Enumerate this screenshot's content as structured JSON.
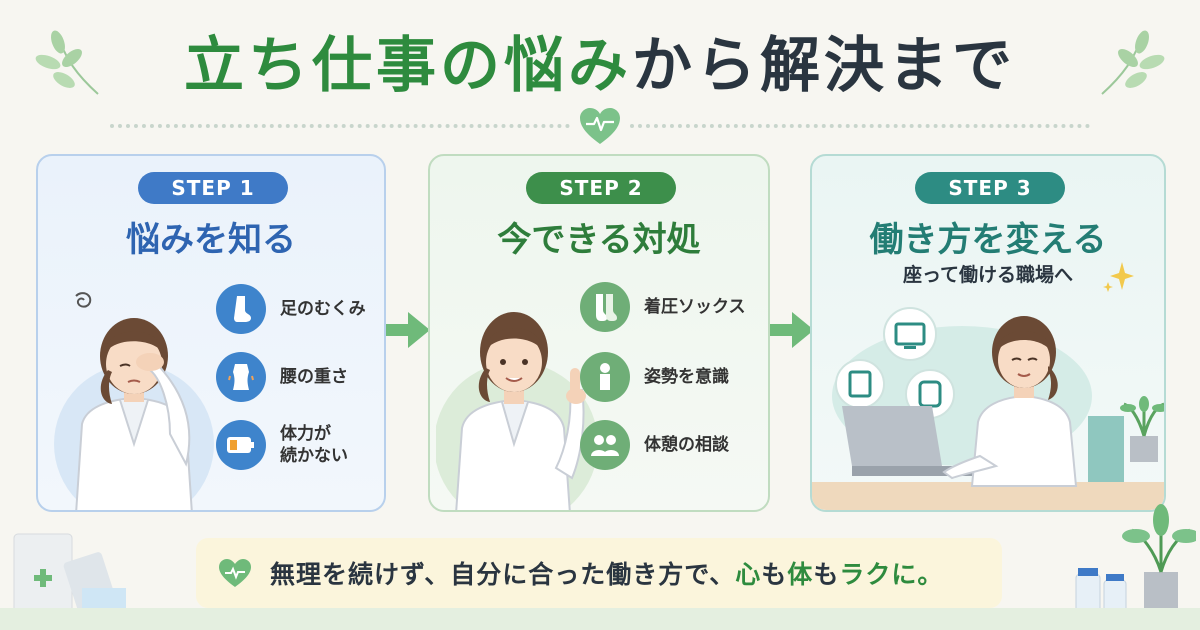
{
  "title": {
    "part_green_1": "立ち仕事の悩み",
    "part_dark": "から解決まで"
  },
  "steps": [
    {
      "badge": "STEP 1",
      "title": "悩みを知る",
      "items": [
        {
          "label": "足のむくみ",
          "icon": "leg-icon"
        },
        {
          "label": "腰の重さ",
          "icon": "back-icon"
        },
        {
          "label_line1": "体力が",
          "label_line2": "続かない",
          "icon": "low-battery-icon"
        }
      ]
    },
    {
      "badge": "STEP 2",
      "title": "今できる対処",
      "items": [
        {
          "label": "着圧ソックス",
          "icon": "socks-icon"
        },
        {
          "label": "姿勢を意識",
          "icon": "posture-icon"
        },
        {
          "label": "体憩の相談",
          "icon": "people-icon"
        }
      ]
    },
    {
      "badge": "STEP 3",
      "title": "働き方を変える",
      "subtitle": "座って働ける職場へ"
    }
  ],
  "message": {
    "part1": "無理を続けず、自分に合った働き方で、",
    "highlight_1": "心",
    "part2": "も",
    "highlight_2": "体",
    "part3": "も",
    "highlight_3": "ラクに。"
  },
  "colors": {
    "title_green": "#2e8b3e",
    "title_dark": "#2a3540",
    "step1_blue": "#3f7ac7",
    "step2_green": "#3d8f4b",
    "step3_teal": "#2d8c83",
    "message_bg": "#fbf5dc"
  }
}
